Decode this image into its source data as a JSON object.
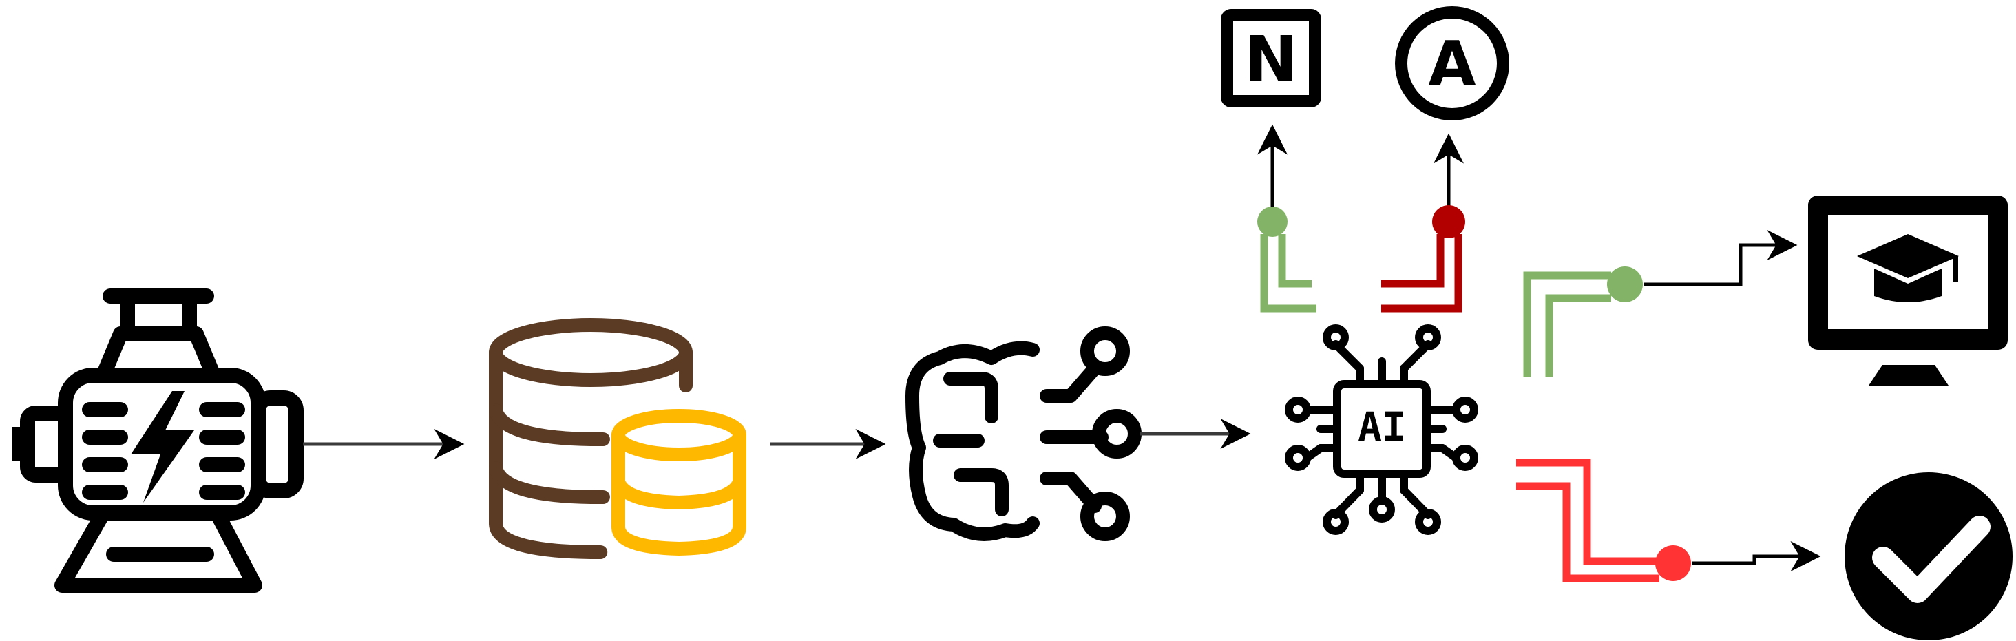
{
  "labels": {
    "normal_box": "N",
    "anomaly_circle": "A",
    "ai_chip": "AI"
  },
  "colors": {
    "ink": "#000000",
    "arrow": "#3a3a3a",
    "db_brown": "#5b3b23",
    "db_yellow": "#ffb800",
    "green": "#82b366",
    "dark_red": "#b20000",
    "red": "#ff3333"
  },
  "icons": [
    "electric-motor-icon",
    "database-icon",
    "neural-brain-icon",
    "ai-chip-icon",
    "normal-label-icon",
    "anomaly-label-icon",
    "monitor-graduation-cap-icon",
    "checkmark-circle-icon"
  ]
}
